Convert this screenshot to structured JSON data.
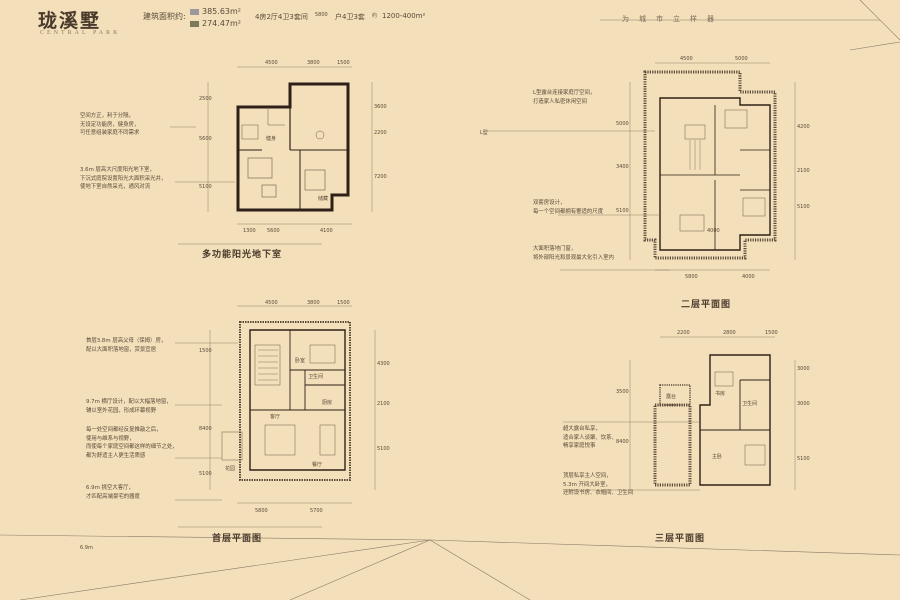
{
  "header": {
    "title": "珑溪墅",
    "subtitle": "CENTRAL PARK",
    "area_label": "建筑面积约:",
    "areas": [
      {
        "value": "385.63m²",
        "color": "#9a9a9a"
      },
      {
        "value": "274.47m²",
        "color": "#7a7a5a"
      }
    ],
    "spec_a": "4房2厅4卫3套间",
    "spec_b_code": "5800",
    "spec_b": "户4卫3套",
    "spec_c_code": "约",
    "spec_c": "1200-400m²",
    "slogan": "为城市立样器"
  },
  "plans": {
    "basement": {
      "title": "多功能阳光地下室",
      "top_dims": [
        "4500",
        "3800",
        "1500"
      ],
      "bottom_dims": [
        "1300",
        "5600",
        "4100"
      ],
      "left_dims": [
        "2500",
        "5600",
        "5100"
      ],
      "right_dims": [
        "3600",
        "2200",
        "7200"
      ],
      "rooms": [
        "健身",
        "储藏"
      ],
      "desc_1": [
        "空间方正，利于分隔，",
        "无设定功能房，健身房，",
        "可任意组装家庭不同需求"
      ],
      "desc_2": [
        "3.6m 层高大尺度阳光地下室，",
        "下沉式庭院设置阳光大面积采光井，",
        "使地下室自然采光，通风对流"
      ]
    },
    "second": {
      "title": "二层平面图",
      "top_dims": [
        "4500",
        "5000"
      ],
      "bottom_dims": [
        "5800",
        "4000"
      ],
      "left_dims": [
        "5000",
        "3400",
        "5100"
      ],
      "right_dims": [
        "4200",
        "2100",
        "5100"
      ],
      "inner_dims": [
        "4000"
      ],
      "rooms": [
        "L型"
      ],
      "desc_1": [
        "L型露台连接家庭厅空间，",
        "打造家人私密休闲空间"
      ],
      "desc_2": [
        "双套房设计，",
        "每一个空间都拥有奢适的尺度"
      ],
      "desc_3": [
        "大面积落地门窗，",
        "将外部阳光和景观最大化引入室内"
      ]
    },
    "first": {
      "title": "首层平面图",
      "top_dims": [
        "4500",
        "3800",
        "1500"
      ],
      "bottom_dims": [
        "5800",
        "5700"
      ],
      "left_dims": [
        "1500",
        "8400",
        "5100"
      ],
      "right_dims": [
        "4300",
        "2100",
        "5100"
      ],
      "rooms": [
        "卧室",
        "卫生间",
        "厨房",
        "客厅",
        "餐厅",
        "花园"
      ],
      "note_left": "6.9m",
      "desc_1": [
        "首层3.8m 层高父母（保姆）房，",
        "配以大面积落地窗，赏景宜居"
      ],
      "desc_2": [
        "9.7m 横厅设计，配以大幅落地窗，",
        "辅以室外花园，形成环幕视野"
      ],
      "desc_3": [
        "每一处空间都经反复推敲之后，",
        "使用与维系与视野，",
        "而使每个家庭空间都这样的细节之处，",
        "都为舒适主人更生活质感"
      ],
      "desc_4": [
        "6.9m 挑空大客厅，",
        "才匹配高端豪宅的器度"
      ]
    },
    "third": {
      "title": "三层平面图",
      "top_dims": [
        "2200",
        "2800",
        "1500"
      ],
      "left_dims": [
        "3500",
        "8400"
      ],
      "right_dims": [
        "3000",
        "3000",
        "5100"
      ],
      "rooms": [
        "露台",
        "书房",
        "主卧",
        "卫生间"
      ],
      "desc_1": [
        "超大露台私享，",
        "适合家人谈聚、饮茶、",
        "畅享家庭悦事"
      ],
      "desc_2": [
        "顶层私享主人空间，",
        "5.3m 开间大卧室，",
        "还附设书房、衣帽间、卫生间"
      ]
    }
  }
}
